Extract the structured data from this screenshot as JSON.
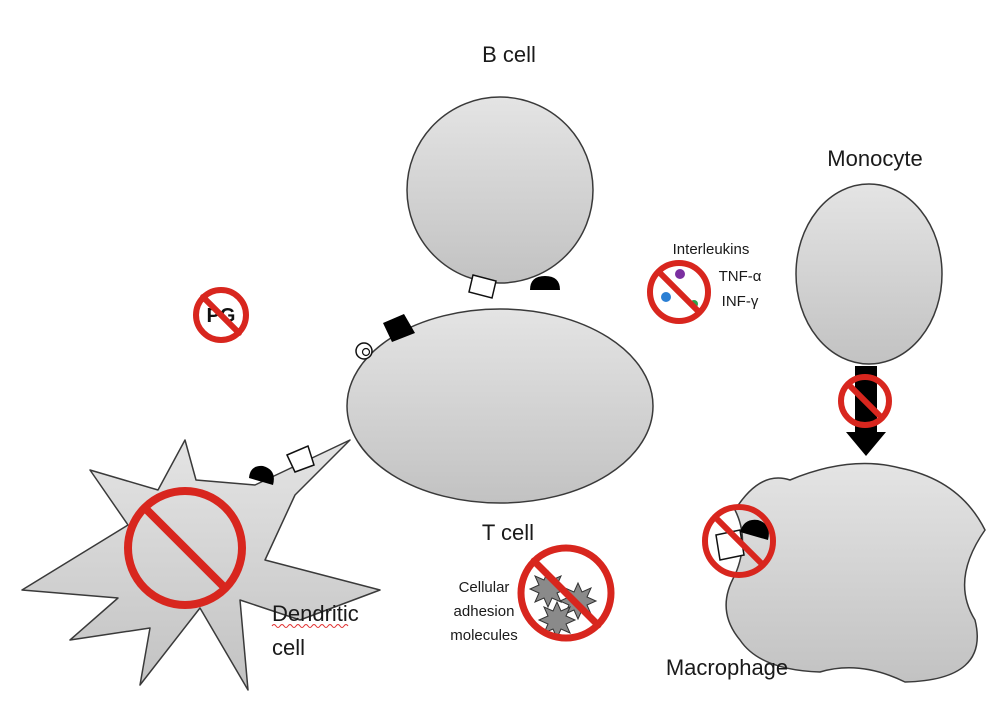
{
  "labels": {
    "b_cell": "B cell",
    "t_cell": "T cell",
    "monocyte": "Monocyte",
    "macrophage": "Macrophage",
    "dendritic_line1": "Dendritic",
    "dendritic_line2": "cell",
    "interleukins": "Interleukins",
    "tnf_alpha": "TNF-α",
    "inf_gamma": "INF-γ",
    "adhesion_line1": "Cellular",
    "adhesion_line2": "adhesion",
    "adhesion_line3": "molecules",
    "pg_symbol": "PG"
  },
  "colors": {
    "prohibition_red": "#d8261e",
    "cell_fill": "#d2d2d2",
    "receptor_black": "#000000",
    "cytokine_purple": "#7b2fa0",
    "cytokine_blue": "#2a7fd4",
    "cytokine_green": "#2ea04a"
  }
}
